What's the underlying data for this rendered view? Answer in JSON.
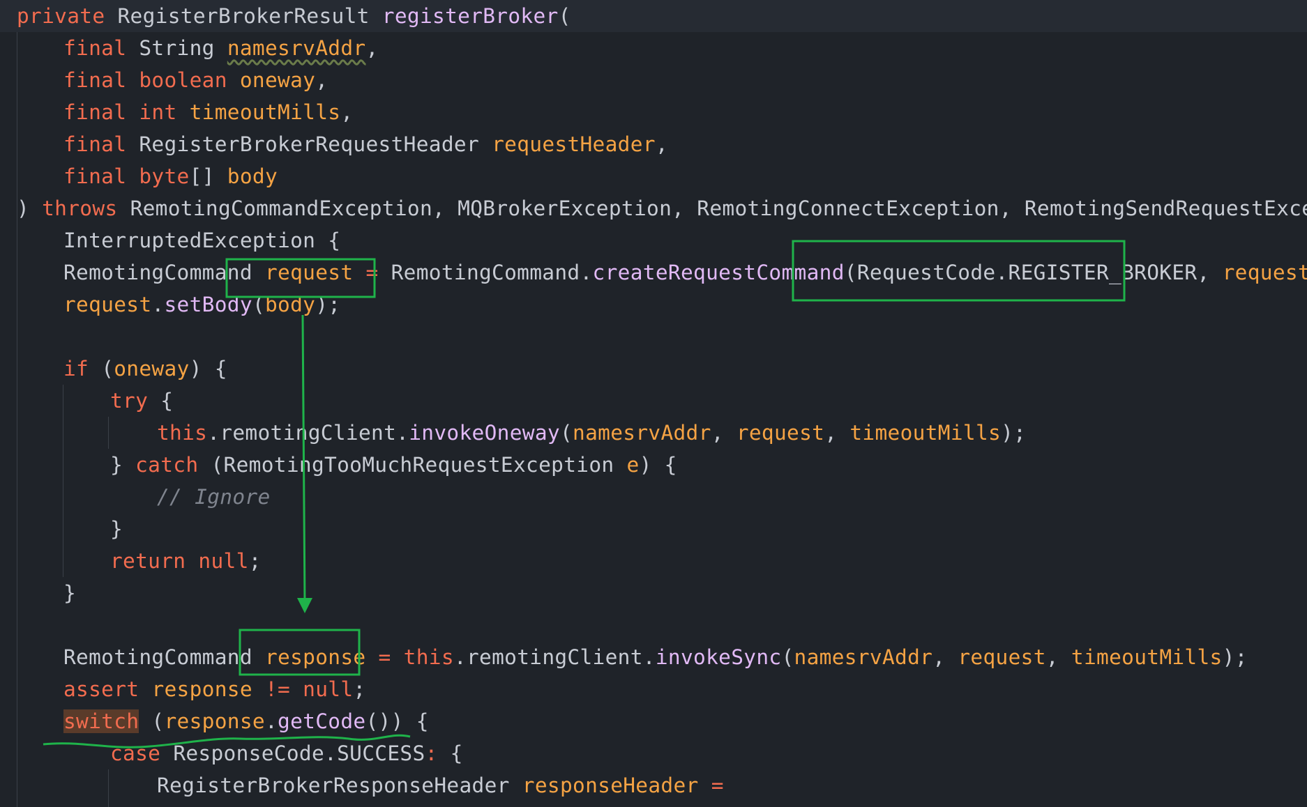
{
  "colors": {
    "background": "#1f2329",
    "keyword": "#f26c4f",
    "parameter": "#f5a344",
    "function": "#e1b9f5",
    "plain": "#c8ccd4",
    "comment": "#7f848e",
    "annotation": "#1fb34a"
  },
  "code_lines": [
    {
      "indent": 0,
      "tokens": [
        [
          "kw",
          "private "
        ],
        [
          "plain",
          "RegisterBrokerResult "
        ],
        [
          "fn",
          "registerBroker"
        ],
        [
          "plain",
          "("
        ]
      ]
    },
    {
      "indent": 1,
      "tokens": [
        [
          "kw",
          "final "
        ],
        [
          "plain",
          "String "
        ],
        [
          "under",
          "namesrvAddr"
        ],
        [
          "plain",
          ","
        ]
      ]
    },
    {
      "indent": 1,
      "tokens": [
        [
          "kw",
          "final boolean "
        ],
        [
          "orange",
          "oneway"
        ],
        [
          "plain",
          ","
        ]
      ]
    },
    {
      "indent": 1,
      "tokens": [
        [
          "kw",
          "final int "
        ],
        [
          "orange",
          "timeoutMills"
        ],
        [
          "plain",
          ","
        ]
      ]
    },
    {
      "indent": 1,
      "tokens": [
        [
          "kw",
          "final "
        ],
        [
          "plain",
          "RegisterBrokerRequestHeader "
        ],
        [
          "orange",
          "requestHeader"
        ],
        [
          "plain",
          ","
        ]
      ]
    },
    {
      "indent": 1,
      "tokens": [
        [
          "kw",
          "final byte"
        ],
        [
          "plain",
          "[] "
        ],
        [
          "orange",
          "body"
        ]
      ]
    },
    {
      "indent": 0,
      "tokens": [
        [
          "plain",
          ") "
        ],
        [
          "kw",
          "throws "
        ],
        [
          "plain",
          "RemotingCommandException, MQBrokerException, RemotingConnectException, RemotingSendRequestException,"
        ]
      ]
    },
    {
      "indent": 1,
      "tokens": [
        [
          "plain",
          "InterruptedException {"
        ]
      ]
    },
    {
      "indent": 1,
      "tokens": [
        [
          "plain",
          "RemotingCommand "
        ],
        [
          "orange",
          "request "
        ],
        [
          "kw",
          "= "
        ],
        [
          "plain",
          "RemotingCommand."
        ],
        [
          "fn",
          "createRequestCommand"
        ],
        [
          "plain",
          "(RequestCode.REGISTER_BROKER, "
        ],
        [
          "orange",
          "requestHeader"
        ],
        [
          "plain",
          ")"
        ]
      ]
    },
    {
      "indent": 1,
      "tokens": [
        [
          "orange",
          "request"
        ],
        [
          "plain",
          "."
        ],
        [
          "fn",
          "setBody"
        ],
        [
          "plain",
          "("
        ],
        [
          "orange",
          "body"
        ],
        [
          "plain",
          ");"
        ]
      ]
    },
    {
      "indent": 0,
      "tokens": []
    },
    {
      "indent": 1,
      "tokens": [
        [
          "kw",
          "if "
        ],
        [
          "plain",
          "("
        ],
        [
          "orange",
          "oneway"
        ],
        [
          "plain",
          ") {"
        ]
      ]
    },
    {
      "indent": 2,
      "tokens": [
        [
          "kw",
          "try "
        ],
        [
          "plain",
          "{"
        ]
      ]
    },
    {
      "indent": 3,
      "tokens": [
        [
          "kw",
          "this"
        ],
        [
          "plain",
          ".remotingClient."
        ],
        [
          "fn",
          "invokeOneway"
        ],
        [
          "plain",
          "("
        ],
        [
          "orange",
          "namesrvAddr"
        ],
        [
          "plain",
          ", "
        ],
        [
          "orange",
          "request"
        ],
        [
          "plain",
          ", "
        ],
        [
          "orange",
          "timeoutMills"
        ],
        [
          "plain",
          ");"
        ]
      ]
    },
    {
      "indent": 2,
      "tokens": [
        [
          "plain",
          "} "
        ],
        [
          "kw",
          "catch "
        ],
        [
          "plain",
          "(RemotingTooMuchRequestException "
        ],
        [
          "orange",
          "e"
        ],
        [
          "plain",
          ") {"
        ]
      ]
    },
    {
      "indent": 3,
      "tokens": [
        [
          "cmt",
          "// Ignore"
        ]
      ]
    },
    {
      "indent": 2,
      "tokens": [
        [
          "plain",
          "}"
        ]
      ]
    },
    {
      "indent": 2,
      "tokens": [
        [
          "kw",
          "return null"
        ],
        [
          "plain",
          ";"
        ]
      ]
    },
    {
      "indent": 1,
      "tokens": [
        [
          "plain",
          "}"
        ]
      ]
    },
    {
      "indent": 0,
      "tokens": []
    },
    {
      "indent": 1,
      "tokens": [
        [
          "plain",
          "RemotingCommand "
        ],
        [
          "orange",
          "response "
        ],
        [
          "kw",
          "= this"
        ],
        [
          "plain",
          ".remotingClient."
        ],
        [
          "fn",
          "invokeSync"
        ],
        [
          "plain",
          "("
        ],
        [
          "orange",
          "namesrvAddr"
        ],
        [
          "plain",
          ", "
        ],
        [
          "orange",
          "request"
        ],
        [
          "plain",
          ", "
        ],
        [
          "orange",
          "timeoutMills"
        ],
        [
          "plain",
          ");"
        ]
      ]
    },
    {
      "indent": 1,
      "tokens": [
        [
          "kw",
          "assert "
        ],
        [
          "orange",
          "response "
        ],
        [
          "kw",
          "!= null"
        ],
        [
          "plain",
          ";"
        ]
      ]
    },
    {
      "indent": 1,
      "tokens": [
        [
          "hl",
          "switch"
        ],
        [
          "plain",
          " ("
        ],
        [
          "orange",
          "response"
        ],
        [
          "plain",
          "."
        ],
        [
          "fn",
          "getCode"
        ],
        [
          "plain",
          "()) {"
        ]
      ]
    },
    {
      "indent": 2,
      "tokens": [
        [
          "kw",
          "case "
        ],
        [
          "plain",
          "ResponseCode.SUCCESS"
        ],
        [
          "kw",
          ": "
        ],
        [
          "plain",
          "{"
        ]
      ]
    },
    {
      "indent": 3,
      "tokens": [
        [
          "plain",
          "RegisterBrokerResponseHeader "
        ],
        [
          "orange",
          "responseHeader "
        ],
        [
          "kw",
          "="
        ]
      ]
    }
  ]
}
